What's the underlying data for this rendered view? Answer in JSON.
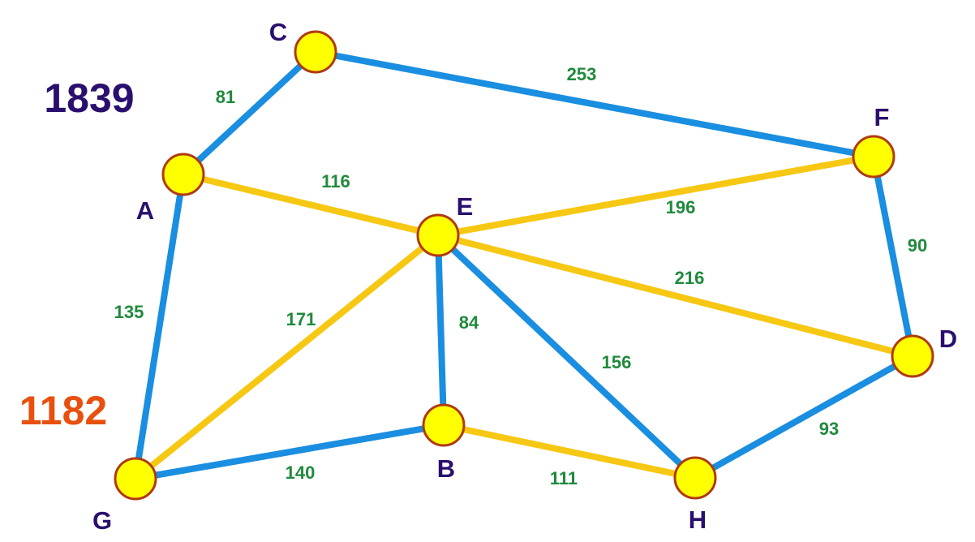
{
  "colors": {
    "blue_edge": "#1a8ee0",
    "gold_edge": "#f6c813",
    "node_fill": "#ffff00",
    "node_stroke": "#b03a10",
    "node_label": "#2a0f6e",
    "weight_label": "#1f8a3c",
    "total_top": "#2a0f6e",
    "total_bottom": "#e8500f"
  },
  "totals": {
    "top": "1839",
    "bottom": "1182"
  },
  "nodes": {
    "C": "C",
    "A": "A",
    "E": "E",
    "F": "F",
    "D": "D",
    "B": "B",
    "G": "G",
    "H": "H"
  },
  "edges": [
    {
      "from": "A",
      "to": "C",
      "weight": "81",
      "color": "blue"
    },
    {
      "from": "C",
      "to": "F",
      "weight": "253",
      "color": "blue"
    },
    {
      "from": "A",
      "to": "E",
      "weight": "116",
      "color": "gold"
    },
    {
      "from": "E",
      "to": "F",
      "weight": "196",
      "color": "gold"
    },
    {
      "from": "F",
      "to": "D",
      "weight": "90",
      "color": "blue"
    },
    {
      "from": "E",
      "to": "D",
      "weight": "216",
      "color": "gold"
    },
    {
      "from": "A",
      "to": "G",
      "weight": "135",
      "color": "blue"
    },
    {
      "from": "E",
      "to": "G",
      "weight": "171",
      "color": "gold"
    },
    {
      "from": "E",
      "to": "B",
      "weight": "84",
      "color": "blue"
    },
    {
      "from": "E",
      "to": "H",
      "weight": "156",
      "color": "blue"
    },
    {
      "from": "D",
      "to": "H",
      "weight": "93",
      "color": "blue"
    },
    {
      "from": "G",
      "to": "B",
      "weight": "140",
      "color": "blue"
    },
    {
      "from": "B",
      "to": "H",
      "weight": "111",
      "color": "gold"
    }
  ]
}
